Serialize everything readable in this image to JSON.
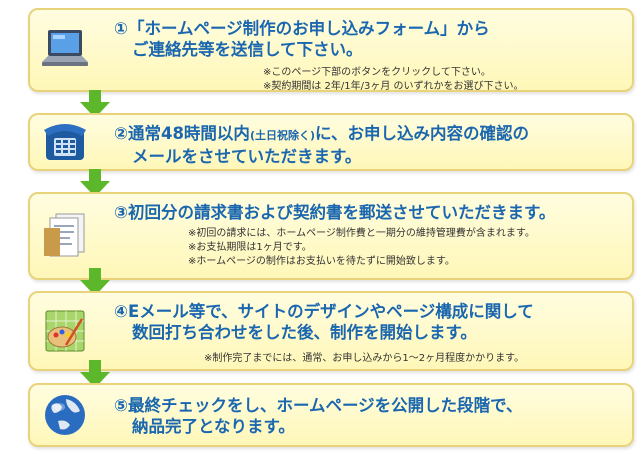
{
  "steps": [
    {
      "line1": "①「ホームページ制作のお申し込みフォーム」から",
      "line2": "ご連絡先等を送信して下さい。",
      "notes": [
        "※このページ下部のボタンをクリックして下さい。",
        "※契約期間は 2年/1年/3ヶ月 のいずれかをお選び下さい。"
      ],
      "icon": "laptop-icon"
    },
    {
      "line1a": "②通常48時間以内",
      "line1b": "(土日祝除く)",
      "line1c": "に、お申し込み内容の確認の",
      "line2": "メールをさせていただきます。",
      "icon": "telephone-icon"
    },
    {
      "line1": "③初回分の請求書および契約書を郵送させていただきます。",
      "notes": [
        "※初回の請求には、ホームページ制作費と一期分の維持管理費が含まれます。",
        "※お支払期限は1ヶ月です。",
        "※ホームページの制作はお支払いを待たずに開始致します。"
      ],
      "icon": "documents-icon"
    },
    {
      "line1": "④Eメール等で、サイトのデザインやページ構成に関して",
      "line2": "数回打ち合わせをした後、制作を開始します。",
      "notes": [
        "※制作完了までには、通常、お申し込みから1～2ヶ月程度かかります。"
      ],
      "icon": "palette-icon"
    },
    {
      "line1": "⑤最終チェックをし、ホームページを公開した段階で、",
      "line2": "納品完了となります。",
      "icon": "globe-icon"
    }
  ],
  "colors": {
    "title_text": "#1a67b0",
    "box_border": "#e8d27a",
    "box_fill": "#fff7b8",
    "arrow": "#5cb82a"
  }
}
